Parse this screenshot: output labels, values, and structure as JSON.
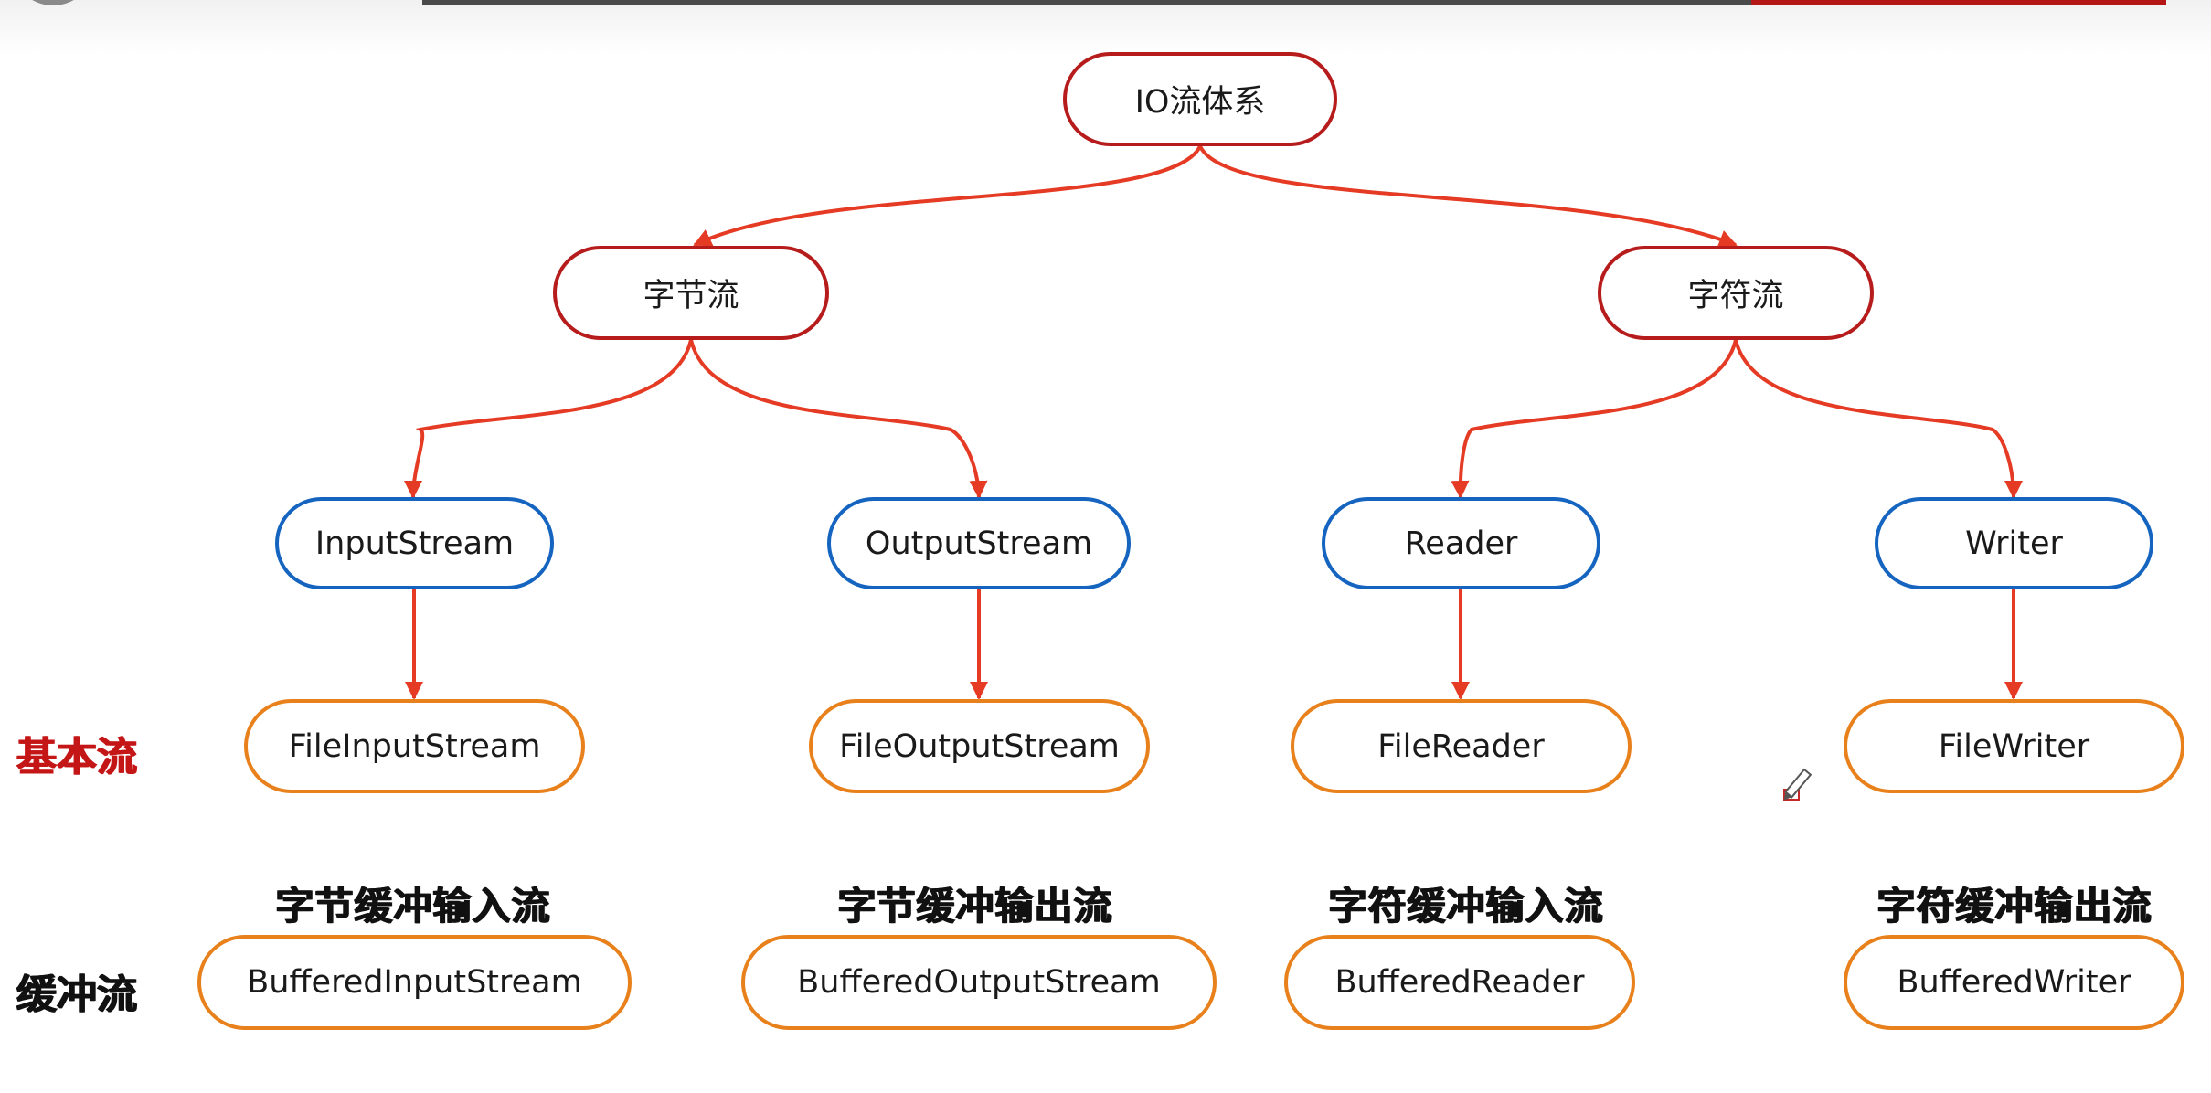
{
  "diagram": {
    "root": {
      "label": "IO流体系"
    },
    "branches": [
      {
        "label": "字节流",
        "children": [
          {
            "base": "InputStream",
            "basic": "FileInputStream",
            "buffer_caption": "字节缓冲输入流",
            "buffered": "BufferedInputStream"
          },
          {
            "base": "OutputStream",
            "basic": "FileOutputStream",
            "buffer_caption": "字节缓冲输出流",
            "buffered": "BufferedOutputStream"
          }
        ]
      },
      {
        "label": "字符流",
        "children": [
          {
            "base": "Reader",
            "basic": "FileReader",
            "buffer_caption": "字符缓冲输入流",
            "buffered": "BufferedReader"
          },
          {
            "base": "Writer",
            "basic": "FileWriter",
            "buffer_caption": "字符缓冲输出流",
            "buffered": "BufferedWriter"
          }
        ]
      }
    ],
    "row_labels": {
      "basic": "基本流",
      "buffered": "缓冲流"
    }
  },
  "colors": {
    "root_border": "#b71c1c",
    "branch_border": "#b71c1c",
    "base_border": "#1565c0",
    "leaf_border": "#e8801c",
    "arrow": "#e53b25",
    "basic_label": "#c41616",
    "buffered_label": "#111111"
  },
  "icons": {
    "cursor": "pen-cursor-icon"
  }
}
